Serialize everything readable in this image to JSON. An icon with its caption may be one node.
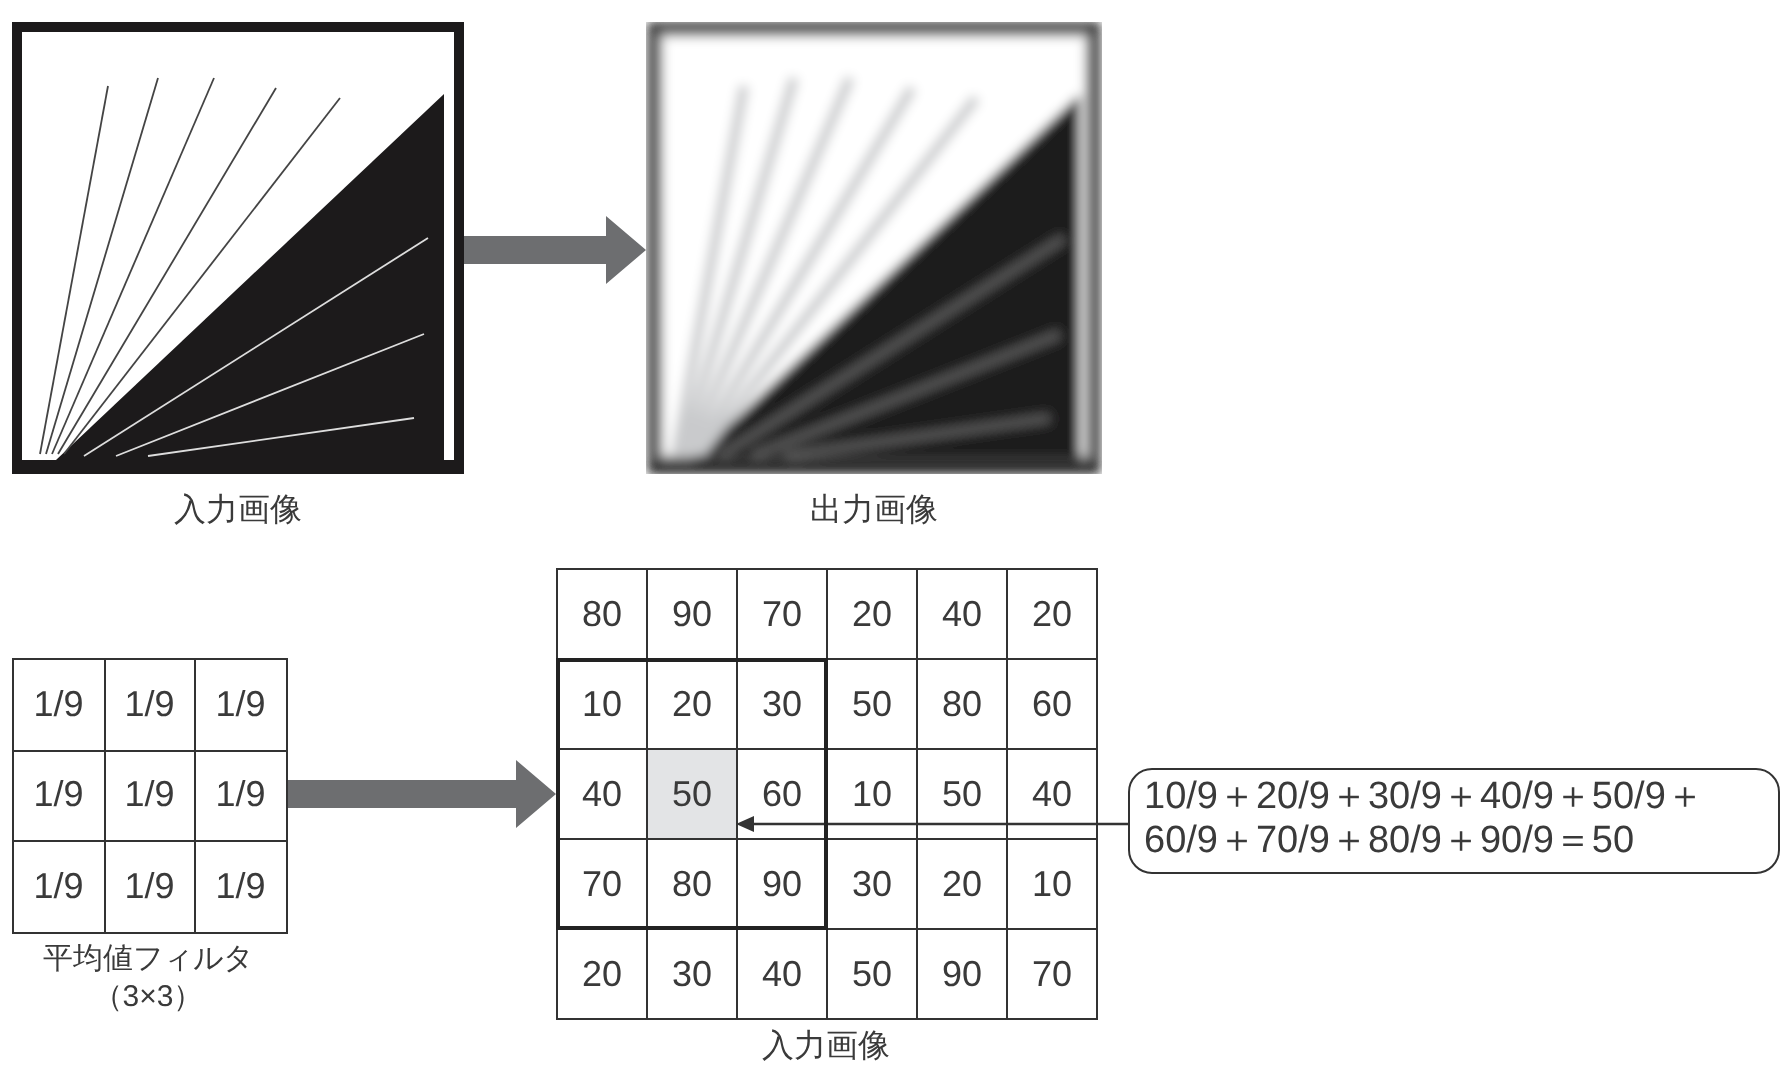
{
  "diagram": {
    "nodes": [
      {
        "text": [],
        "shape": "picture",
        "beside": [
          "入力画像"
        ]
      },
      {
        "text": [],
        "shape": "picture",
        "beside": [
          "出力画像"
        ]
      },
      {
        "text": [],
        "shape": "box",
        "beside": [
          "平均値フィルタ（3×3）"
        ]
      },
      {
        "text": [],
        "shape": "box",
        "beside": [
          "入力画像"
        ]
      },
      {
        "text": [
          "50"
        ],
        "in": 3
      },
      {
        "text": [
          "10/9＋20/9＋30/9＋40/9＋50/9＋60/9＋70/9＋80/9＋90/9＝50"
        ]
      }
    ],
    "edges": [
      {
        "from": 0,
        "to": 1,
        "arrow": "to",
        "style": "thick",
        "color": "#6d6e70"
      },
      {
        "from": 2,
        "to": 3,
        "arrow": "to",
        "style": "thick",
        "color": "#6d6e70"
      },
      {
        "from": 5,
        "to": 4,
        "arrow": "to"
      }
    ],
    "labels": [
      "1/9",
      "1/9",
      "1/9",
      "1/9",
      "1/9",
      "1/9",
      "1/9",
      "1/9",
      "1/9",
      "80",
      "90",
      "70",
      "20",
      "40",
      "20",
      "10",
      "20",
      "30",
      "50",
      "80",
      "60",
      "40",
      "60",
      "10",
      "50",
      "40",
      "70",
      "80",
      "90",
      "30",
      "20",
      "10",
      "20",
      "30",
      "40",
      "50",
      "90",
      "70"
    ]
  }
}
